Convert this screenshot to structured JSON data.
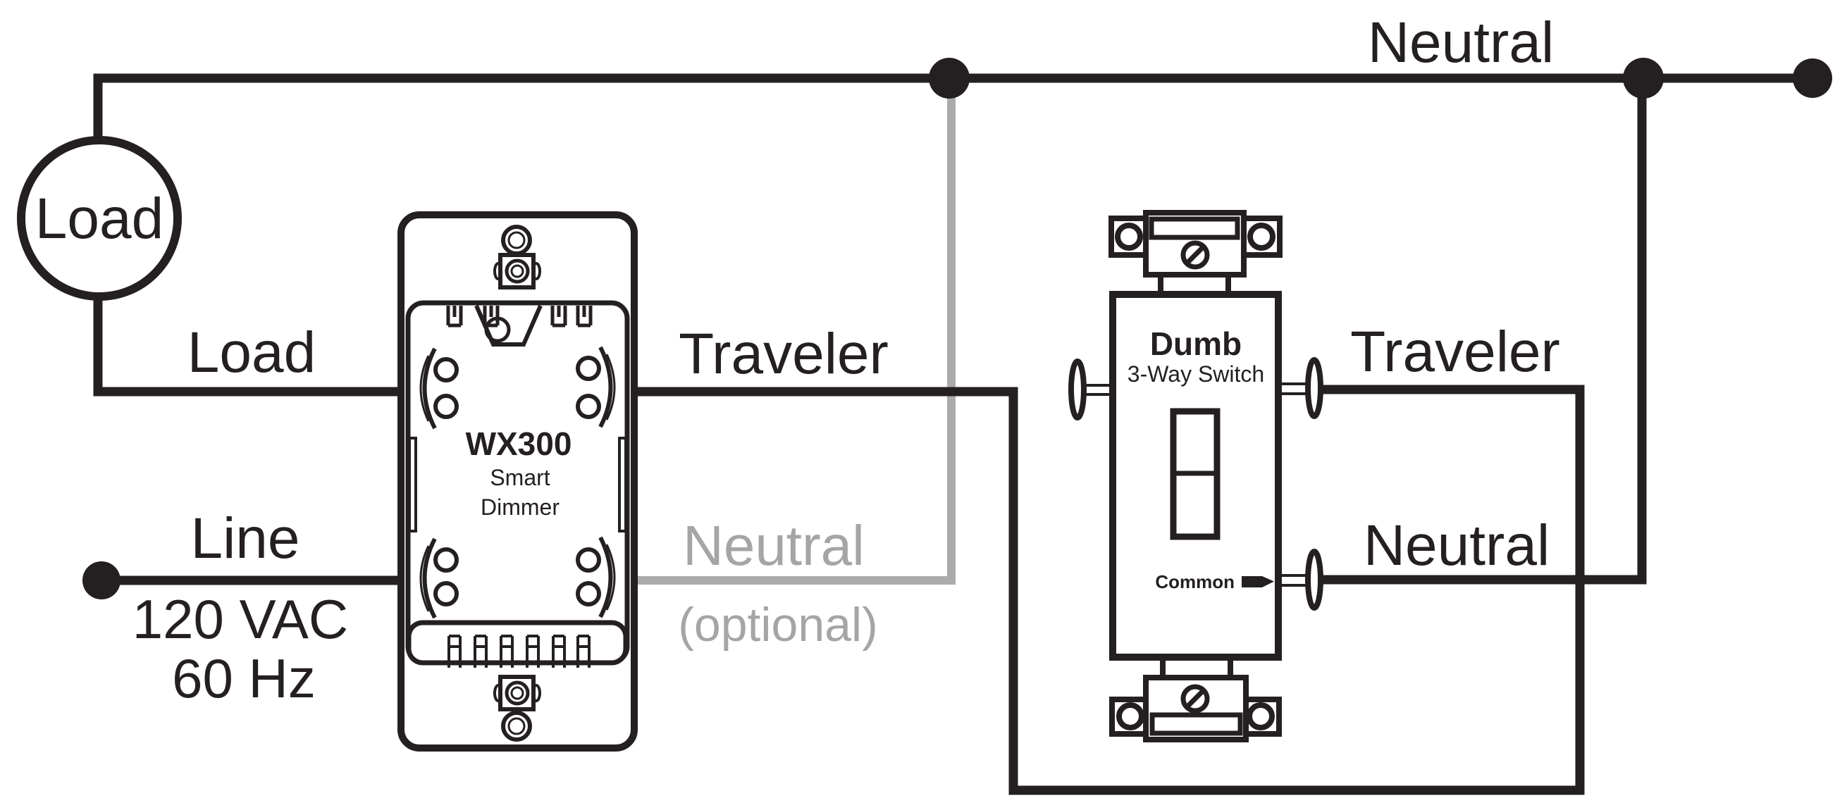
{
  "colors": {
    "ink": "#241f20",
    "gray_wire": "#ababab",
    "gray_text": "#a5a5a5",
    "background": "#ffffff"
  },
  "labels": {
    "top_neutral": "Neutral",
    "load_symbol": "Load",
    "load_wire": "Load",
    "line_wire": "Line",
    "line_voltage": "120 VAC",
    "line_frequency": "60 Hz",
    "dimmer_traveler": "Traveler",
    "dimmer_neutral": "Neutral",
    "dimmer_neutral_note": "(optional)",
    "switch_traveler": "Traveler",
    "switch_neutral": "Neutral",
    "switch_common": "Common"
  },
  "devices": {
    "smart_dimmer": {
      "model": "WX300",
      "line1": "Smart",
      "line2": "Dimmer"
    },
    "dumb_switch": {
      "name": "Dumb",
      "type": "3-Way Switch"
    }
  }
}
